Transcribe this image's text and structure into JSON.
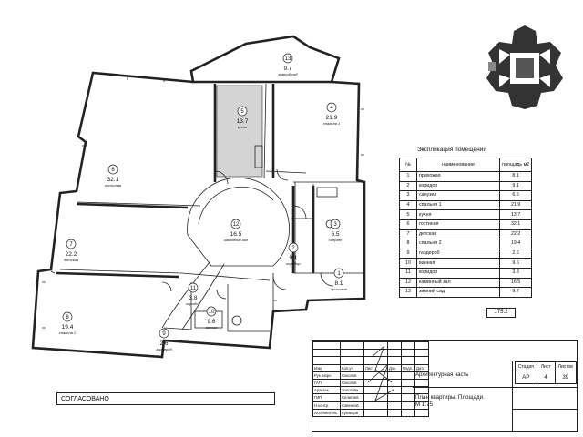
{
  "rooms": [
    {
      "num": "1",
      "area": "8.1",
      "name": "прихожая"
    },
    {
      "num": "2",
      "area": "9.1",
      "name": "коридор"
    },
    {
      "num": "3",
      "area": "6.5",
      "name": "санузел"
    },
    {
      "num": "4",
      "area": "21.9",
      "name": "спальня 1"
    },
    {
      "num": "5",
      "area": "13.7",
      "name": "кухня"
    },
    {
      "num": "6",
      "area": "32.1",
      "name": "гостиная"
    },
    {
      "num": "7",
      "area": "22.2",
      "name": "детская"
    },
    {
      "num": "8",
      "area": "19.4",
      "name": "спальня 2"
    },
    {
      "num": "9",
      "area": "2.6",
      "name": "гардероб"
    },
    {
      "num": "10",
      "area": "9.6",
      "name": "ванная"
    },
    {
      "num": "11",
      "area": "3.8",
      "name": "коридор"
    },
    {
      "num": "12",
      "area": "16.5",
      "name": "каминный зал"
    },
    {
      "num": "13",
      "area": "9.7",
      "name": "зимний сад"
    }
  ],
  "explication": {
    "title": "Экспликация помещений",
    "header": {
      "num": "№",
      "name": "наименование",
      "area": "площадь м2"
    },
    "total": "175.2"
  },
  "approved_label": "СОГЛАСОВАНО",
  "stamp": {
    "header_cols": [
      "Изм.",
      "Кол.уч.",
      "Лист",
      "Док.",
      "Подп.",
      "Дата"
    ],
    "roles": [
      {
        "role": "Рук.Бюро",
        "name": "Соколов"
      },
      {
        "role": "ГАП",
        "name": "Соколов"
      },
      {
        "role": "Архитек.",
        "name": "Золотова"
      },
      {
        "role": "ГИП",
        "name": "Селиглев"
      },
      {
        "role": "Н.контр.",
        "name": "Савенков"
      },
      {
        "role": "Исполнитель",
        "name": "Кузнецов"
      }
    ],
    "section": "Архитектурная часть",
    "title": "План квартиры. Площади.",
    "scale": "М 1:75",
    "stage_label": "Стадия",
    "sheet_label": "Лист",
    "sheets_label": "Листов",
    "stage": "АР",
    "sheet": "4",
    "sheets": "39"
  }
}
